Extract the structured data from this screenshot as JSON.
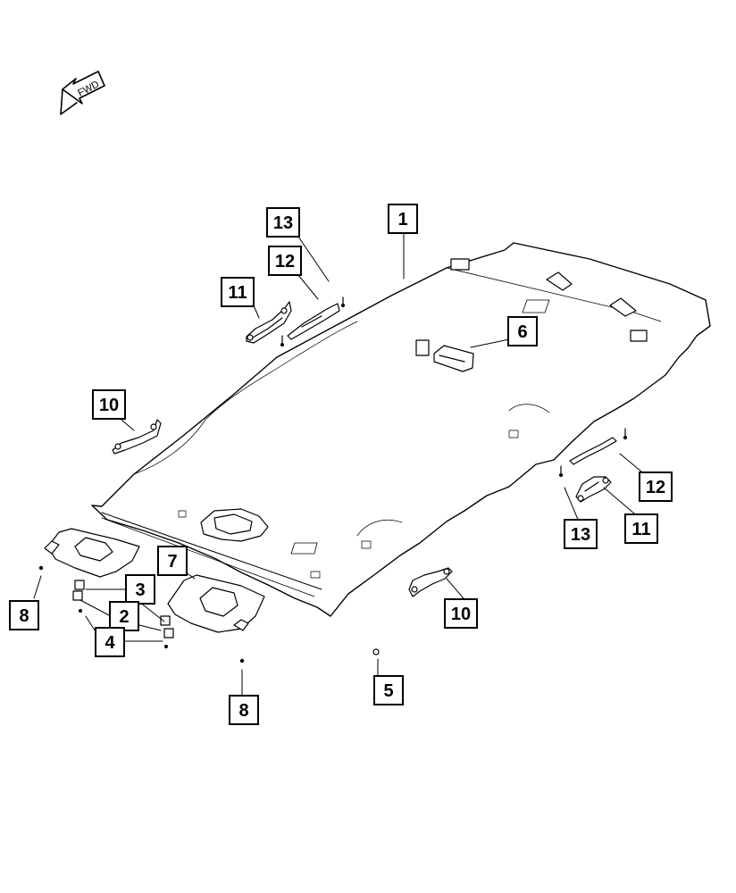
{
  "orientation_label": "FWD",
  "callouts": {
    "c1": "1",
    "c2": "2",
    "c3": "3",
    "c4": "4",
    "c5": "5",
    "c6": "6",
    "c7": "7",
    "c8_left": "8",
    "c8_center": "8",
    "c10_left": "10",
    "c10_right": "10",
    "c11_left": "11",
    "c11_right": "11",
    "c12_left": "12",
    "c12_right": "12",
    "c13_left": "13",
    "c13_right": "13"
  }
}
